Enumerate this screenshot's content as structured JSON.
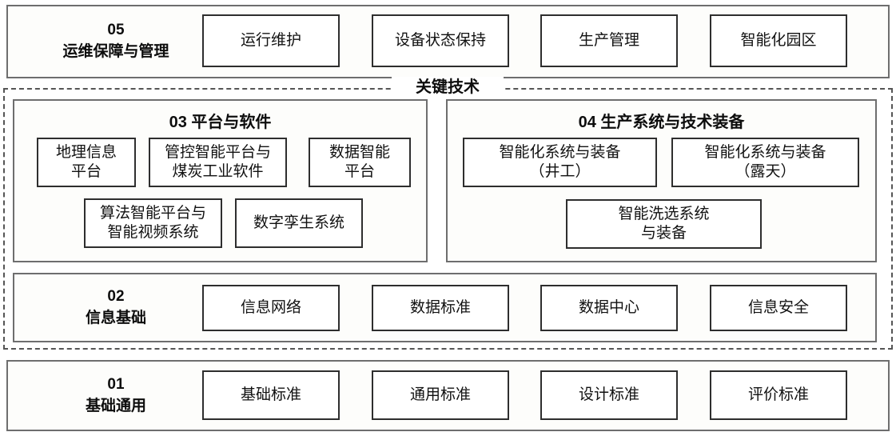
{
  "diagram": {
    "key_tech_label": "关键技术",
    "layers": [
      {
        "id": "05",
        "number": "05",
        "name": "运维保障与管理",
        "items": [
          {
            "label": "运行维护"
          },
          {
            "label": "设备状态保持"
          },
          {
            "label": "生产管理"
          },
          {
            "label": "智能化园区"
          }
        ]
      },
      {
        "id": "03",
        "number": "03",
        "title": "03 平台与软件",
        "items_row1": [
          {
            "label": "地理信息\n平台"
          },
          {
            "label": "管控智能平台与\n煤炭工业软件"
          },
          {
            "label": "数据智能\n平台"
          }
        ],
        "items_row2": [
          {
            "label": "算法智能平台与\n智能视频系统"
          },
          {
            "label": "数字孪生系统"
          }
        ]
      },
      {
        "id": "04",
        "number": "04",
        "title": "04 生产系统与技术装备",
        "items_row1": [
          {
            "label": "智能化系统与装备\n（井工）"
          },
          {
            "label": "智能化系统与装备\n（露天）"
          }
        ],
        "items_row2": [
          {
            "label": "智能洗选系统\n与装备"
          }
        ]
      },
      {
        "id": "02",
        "number": "02",
        "name": "信息基础",
        "items": [
          {
            "label": "信息网络"
          },
          {
            "label": "数据标准"
          },
          {
            "label": "数据中心"
          },
          {
            "label": "信息安全"
          }
        ]
      },
      {
        "id": "01",
        "number": "01",
        "name": "基础通用",
        "items": [
          {
            "label": "基础标准"
          },
          {
            "label": "通用标准"
          },
          {
            "label": "设计标准"
          },
          {
            "label": "评价标准"
          }
        ]
      }
    ]
  },
  "colors": {
    "band_fill": "#fdfdfb",
    "band_border": "#6e6e6e",
    "leaf_border": "#2e2e2e",
    "dashed_border": "#555555",
    "text": "#111111"
  }
}
